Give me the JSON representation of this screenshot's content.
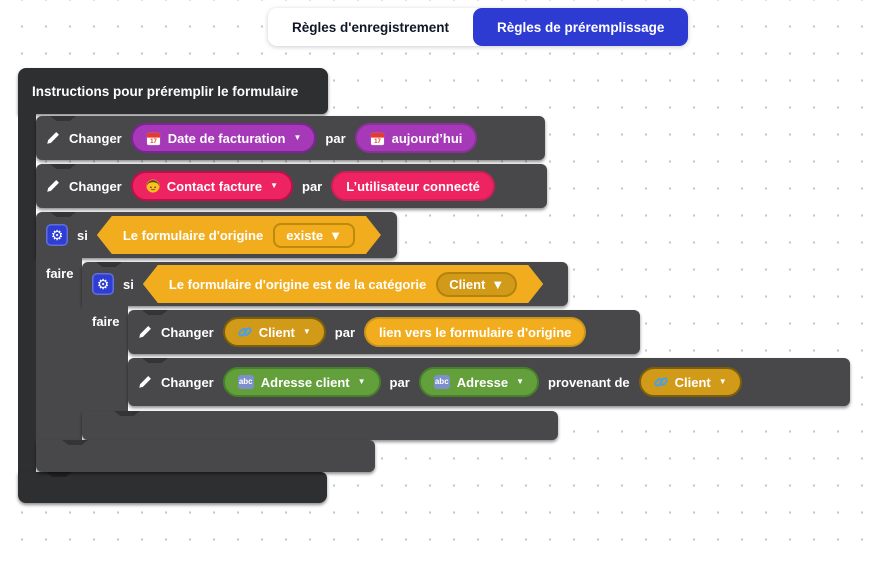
{
  "tabs": {
    "registration": "Règles d'enregistrement",
    "prefill": "Règles de préremplissage"
  },
  "workspace": {
    "title": "Instructions pour préremplir le formulaire",
    "keywords": {
      "changer": "Changer",
      "par": "par",
      "si": "si",
      "faire": "faire",
      "provenant_de": "provenant de"
    },
    "rules": {
      "set_date": {
        "field": "Date de facturation",
        "value": "aujourd’hui"
      },
      "set_contact": {
        "field": "Contact facture",
        "value": "L’utilisateur connecté"
      },
      "if_origin": {
        "condition": "Le formulaire d'origine",
        "operator": "existe"
      },
      "if_category": {
        "condition": "Le formulaire d'origine est de la catégorie",
        "category": "Client"
      },
      "set_client": {
        "field": "Client",
        "value": "lien vers le formulaire d'origine"
      },
      "set_address": {
        "field": "Adresse client",
        "value": "Adresse",
        "source": "Client"
      }
    }
  },
  "icons": {
    "gear": "⚙",
    "dropdown_arrow": "▼",
    "abc": "abc",
    "calendar_day": "17"
  },
  "colors": {
    "tab_active_bg": "#2d3bd3",
    "block_dark": "#2e2f31",
    "block_gray": "#48484b",
    "purple": "#a639b8",
    "purple_border": "#802399",
    "pink": "#ee2361",
    "pink_border": "#c40d4d",
    "yellow": "#f2ad1f",
    "yellow_dark": "#d29a19",
    "green": "#63a03c",
    "green_border": "#47822a",
    "gear_blue": "#2e3ed3"
  }
}
